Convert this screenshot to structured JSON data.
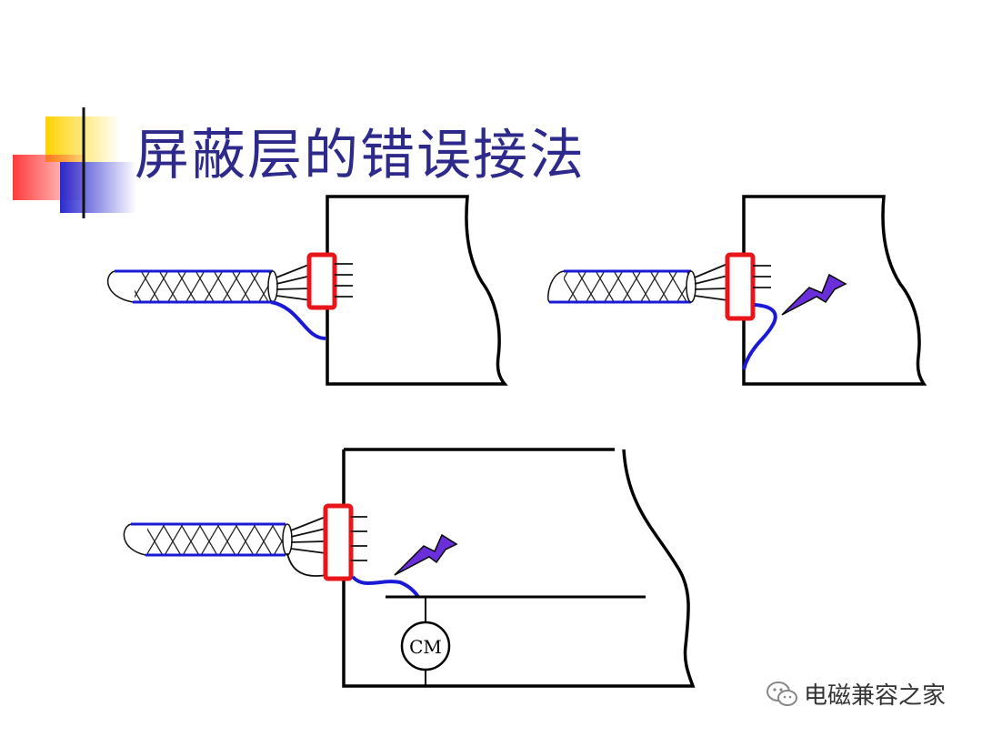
{
  "slide": {
    "title": "屏蔽层的错误接法"
  },
  "diagram": {
    "common_mode_label": "CM"
  },
  "watermark": {
    "text": "电磁兼容之家",
    "icon": "wechat-icon"
  },
  "colors": {
    "title": "#2d2a8c",
    "shield_wire": "#1a1ad6",
    "connector": "#e8151b",
    "lightning": "#6b2fd9",
    "accent_yellow": "#ffd200",
    "accent_red": "#ff4d4d",
    "accent_blue": "#3a3acd"
  }
}
